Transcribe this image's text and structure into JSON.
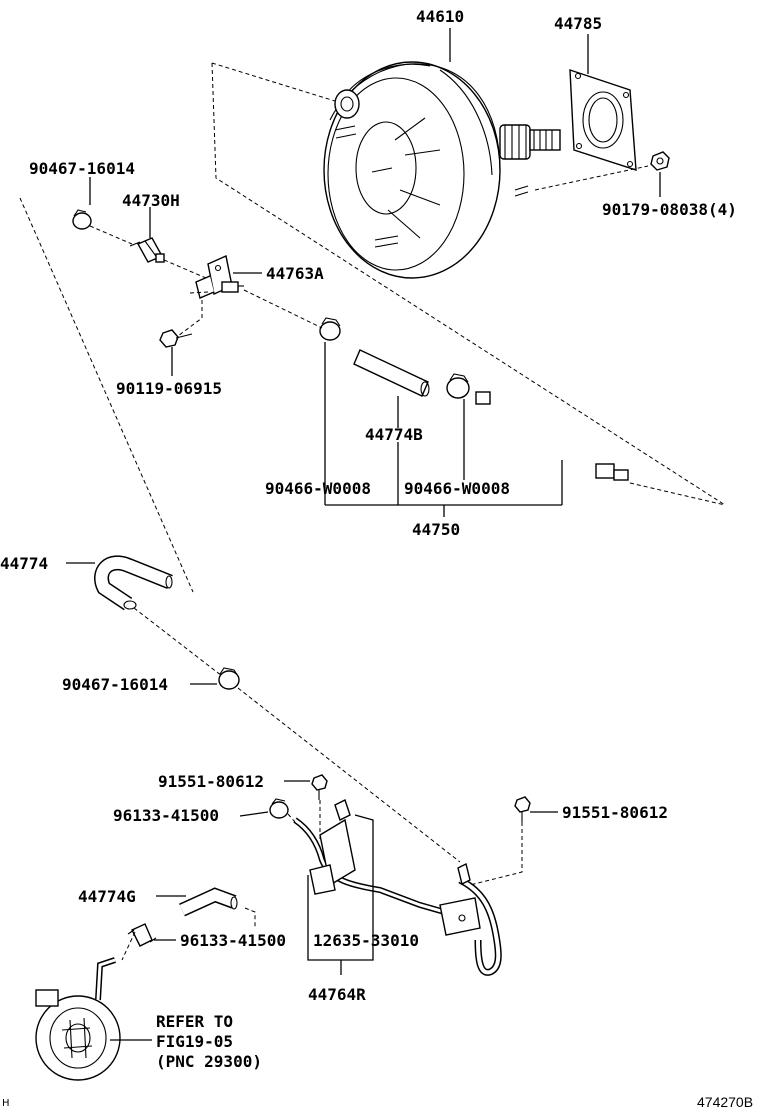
{
  "labels": {
    "p44610": "44610",
    "p44785": "44785",
    "p90179": "90179-08038(4)",
    "p90467a": "90467-16014",
    "p44730h": "44730H",
    "p44763a": "44763A",
    "p90119": "90119-06915",
    "p44774b": "44774B",
    "p90466a": "90466-W0008",
    "p90466b": "90466-W0008",
    "p44750": "44750",
    "p44774": "44774",
    "p90467b": "90467-16014",
    "p91551a": "91551-80612",
    "p91551b": "91551-80612",
    "p96133a": "96133-41500",
    "p96133b": "96133-41500",
    "p44774g": "44774G",
    "p12635": "12635-33010",
    "p44764r": "44764R"
  },
  "refer": {
    "line1": "REFER TO",
    "line2": "FIG19-05",
    "line3": "(PNC 29300)"
  },
  "footer": {
    "left_mark": "H",
    "code": "474270B"
  }
}
